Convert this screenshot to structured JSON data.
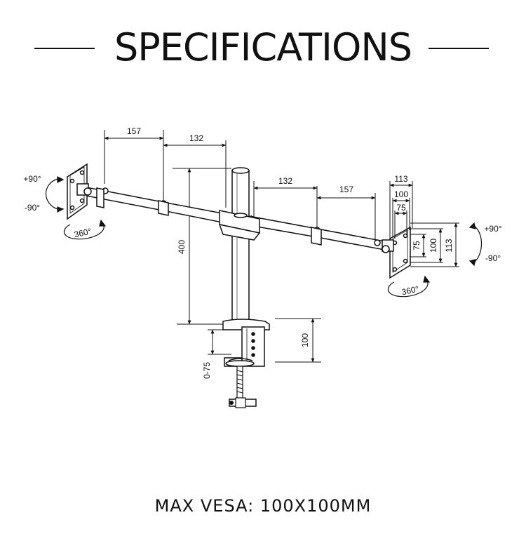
{
  "title": "SPECIFICATIONS",
  "footer": "MAX VESA: 100X100MM",
  "dimensions": {
    "arm_left_outer": "157",
    "arm_left_inner": "132",
    "arm_right_inner": "132",
    "arm_right_outer": "157",
    "pole_height": "400",
    "clamp_height": "100",
    "clamp_range": "0-75",
    "vesa_113_h": "113",
    "vesa_100_h": "100",
    "vesa_75_h": "75",
    "vesa_75_v": "75",
    "vesa_100_v": "100",
    "vesa_113_v": "113"
  },
  "angles": {
    "left_tilt_up": "+90°",
    "left_tilt_down": "-90°",
    "left_rotation": "360°",
    "right_tilt_up": "+90°",
    "right_tilt_down": "-90°",
    "right_rotation": "360°"
  }
}
